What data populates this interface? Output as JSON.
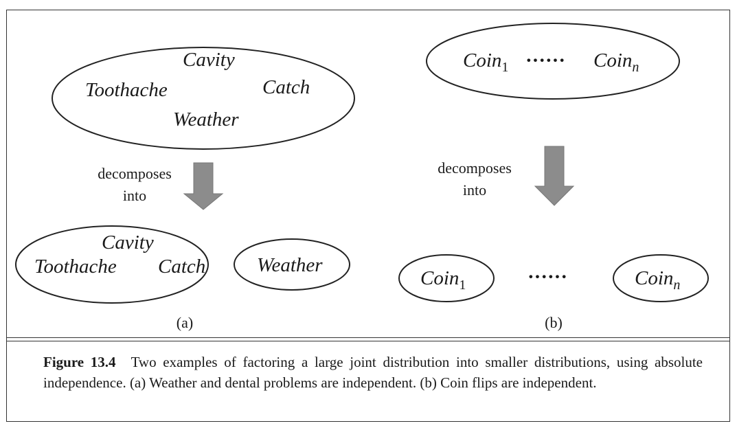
{
  "diagram_a": {
    "joint_vars": [
      "Cavity",
      "Toothache",
      "Catch",
      "Weather"
    ],
    "arrow_label_line1": "decomposes",
    "arrow_label_line2": "into",
    "factor1_vars": [
      "Cavity",
      "Toothache",
      "Catch"
    ],
    "factor2_vars": [
      "Weather"
    ],
    "panel_label": "(a)"
  },
  "diagram_b": {
    "joint_first": "Coin",
    "joint_first_sub": "1",
    "joint_dots": "······",
    "joint_last": "Coin",
    "joint_last_sub": "n",
    "arrow_label_line1": "decomposes",
    "arrow_label_line2": "into",
    "factor_first": "Coin",
    "factor_first_sub": "1",
    "factor_dots": "······",
    "factor_last": "Coin",
    "factor_last_sub": "n",
    "panel_label": "(b)"
  },
  "caption": {
    "figure_label": "Figure 13.4",
    "text": "Two examples of factoring a large joint distribution into smaller distributions, using absolute independence. (a) Weather and dental problems are independent. (b) Coin flips are independent."
  },
  "colors": {
    "arrow": "#8c8c8c",
    "ink": "#1a1a1a"
  }
}
